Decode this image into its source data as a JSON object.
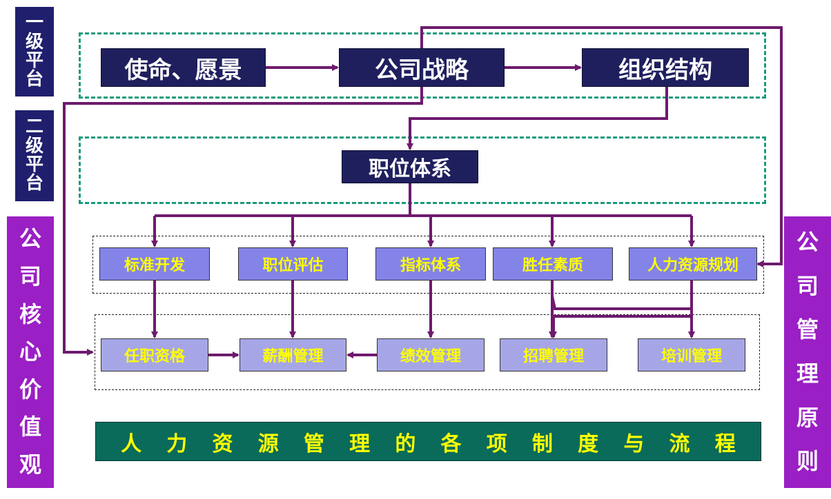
{
  "levels": {
    "level1": [
      "一",
      "级",
      "平",
      "台"
    ],
    "level2": [
      "二",
      "级",
      "平",
      "台"
    ]
  },
  "left_column": [
    "公",
    "司",
    "核",
    "心",
    "价",
    "值",
    "观"
  ],
  "right_column": [
    "公",
    "司",
    "管",
    "理",
    "原",
    "则"
  ],
  "top_row": {
    "mission": "使命、愿景",
    "strategy": "公司战略",
    "organization": "组织结构"
  },
  "position_system": "职位体系",
  "middle_row": {
    "standard_dev": "标准开发",
    "position_eval": "职位评估",
    "indicator_system": "指标体系",
    "competency": "胜任素质",
    "hr_planning": "人力资源规划"
  },
  "bottom_row": {
    "qualification": "任职资格",
    "compensation": "薪酬管理",
    "performance": "绩效管理",
    "recruitment": "招聘管理",
    "training": "培训管理"
  },
  "banner_chars": [
    "人",
    "力",
    "资",
    "源",
    "管",
    "理",
    "的",
    "各",
    "项",
    "制",
    "度",
    "与",
    "流",
    "程"
  ],
  "colors": {
    "connector": "#6e1a6e",
    "dark_box": "#1f1f5e",
    "light_box": "#8484e8",
    "text_yellow": "#ffff00",
    "purple_side": "#9a1fc4",
    "banner": "#0a6b5a",
    "dashed_green": "#1a9a7a"
  }
}
